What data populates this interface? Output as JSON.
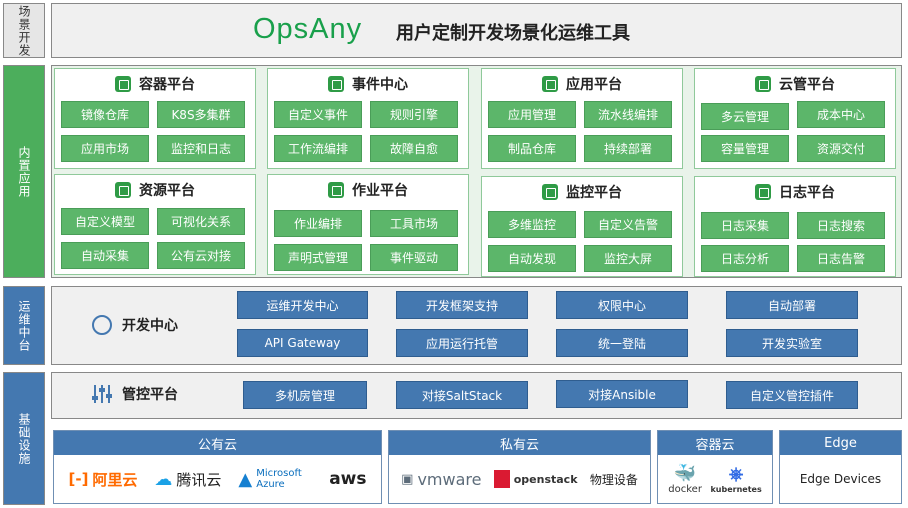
{
  "side_labels": {
    "scene": "场景开发",
    "builtin": "内置应用",
    "ops_middle": "运维中台",
    "infra": "基础设施"
  },
  "header": {
    "logo": "OpsAny",
    "slogan": "用户定制开发场景化运维工具"
  },
  "platforms": [
    {
      "title": "容器平台",
      "icon": "cube-icon",
      "items": [
        "镜像仓库",
        "K8S多集群",
        "应用市场",
        "监控和日志"
      ]
    },
    {
      "title": "事件中心",
      "icon": "terminal-icon",
      "items": [
        "自定义事件",
        "规则引擎",
        "工作流编排",
        "故障自愈"
      ]
    },
    {
      "title": "应用平台",
      "icon": "app-icon",
      "items": [
        "应用管理",
        "流水线编排",
        "制品仓库",
        "持续部署"
      ]
    },
    {
      "title": "云管平台",
      "icon": "cloud-manage-icon",
      "items": [
        "多云管理",
        "成本中心",
        "容量管理",
        "资源交付"
      ]
    },
    {
      "title": "资源平台",
      "icon": "pie-chart-icon",
      "items": [
        "自定义模型",
        "可视化关系",
        "自动采集",
        "公有云对接"
      ]
    },
    {
      "title": "作业平台",
      "icon": "search-doc-icon",
      "items": [
        "作业编排",
        "工具市场",
        "声明式管理",
        "事件驱动"
      ]
    },
    {
      "title": "监控平台",
      "icon": "monitor-chart-icon",
      "items": [
        "多维监控",
        "自定义告警",
        "自动发现",
        "监控大屏"
      ]
    },
    {
      "title": "日志平台",
      "icon": "log-box-icon",
      "items": [
        "日志采集",
        "日志搜索",
        "日志分析",
        "日志告警"
      ]
    }
  ],
  "dev_center": {
    "title": "开发中心",
    "items": [
      "运维开发中心",
      "开发框架支持",
      "权限中心",
      "自动部署",
      "API Gateway",
      "应用运行托管",
      "统一登陆",
      "开发实验室"
    ]
  },
  "control_platform": {
    "title": "管控平台",
    "items": [
      "多机房管理",
      "对接SaltStack",
      "对接Ansible",
      "自定义管控插件"
    ]
  },
  "infrastructure": {
    "public_cloud": {
      "title": "公有云",
      "vendors": [
        "阿里云",
        "腾讯云",
        "Microsoft Azure",
        "aws"
      ]
    },
    "private_cloud": {
      "title": "私有云",
      "vendors": [
        "vmware",
        "openstack",
        "物理设备"
      ]
    },
    "container_cloud": {
      "title": "容器云",
      "vendors": [
        "docker",
        "kubernetes"
      ]
    },
    "edge": {
      "title": "Edge",
      "vendors": [
        "Edge Devices"
      ]
    }
  },
  "colors": {
    "green": "#4cae5c",
    "blue": "#4478b0",
    "logo_green": "#19a04b"
  }
}
